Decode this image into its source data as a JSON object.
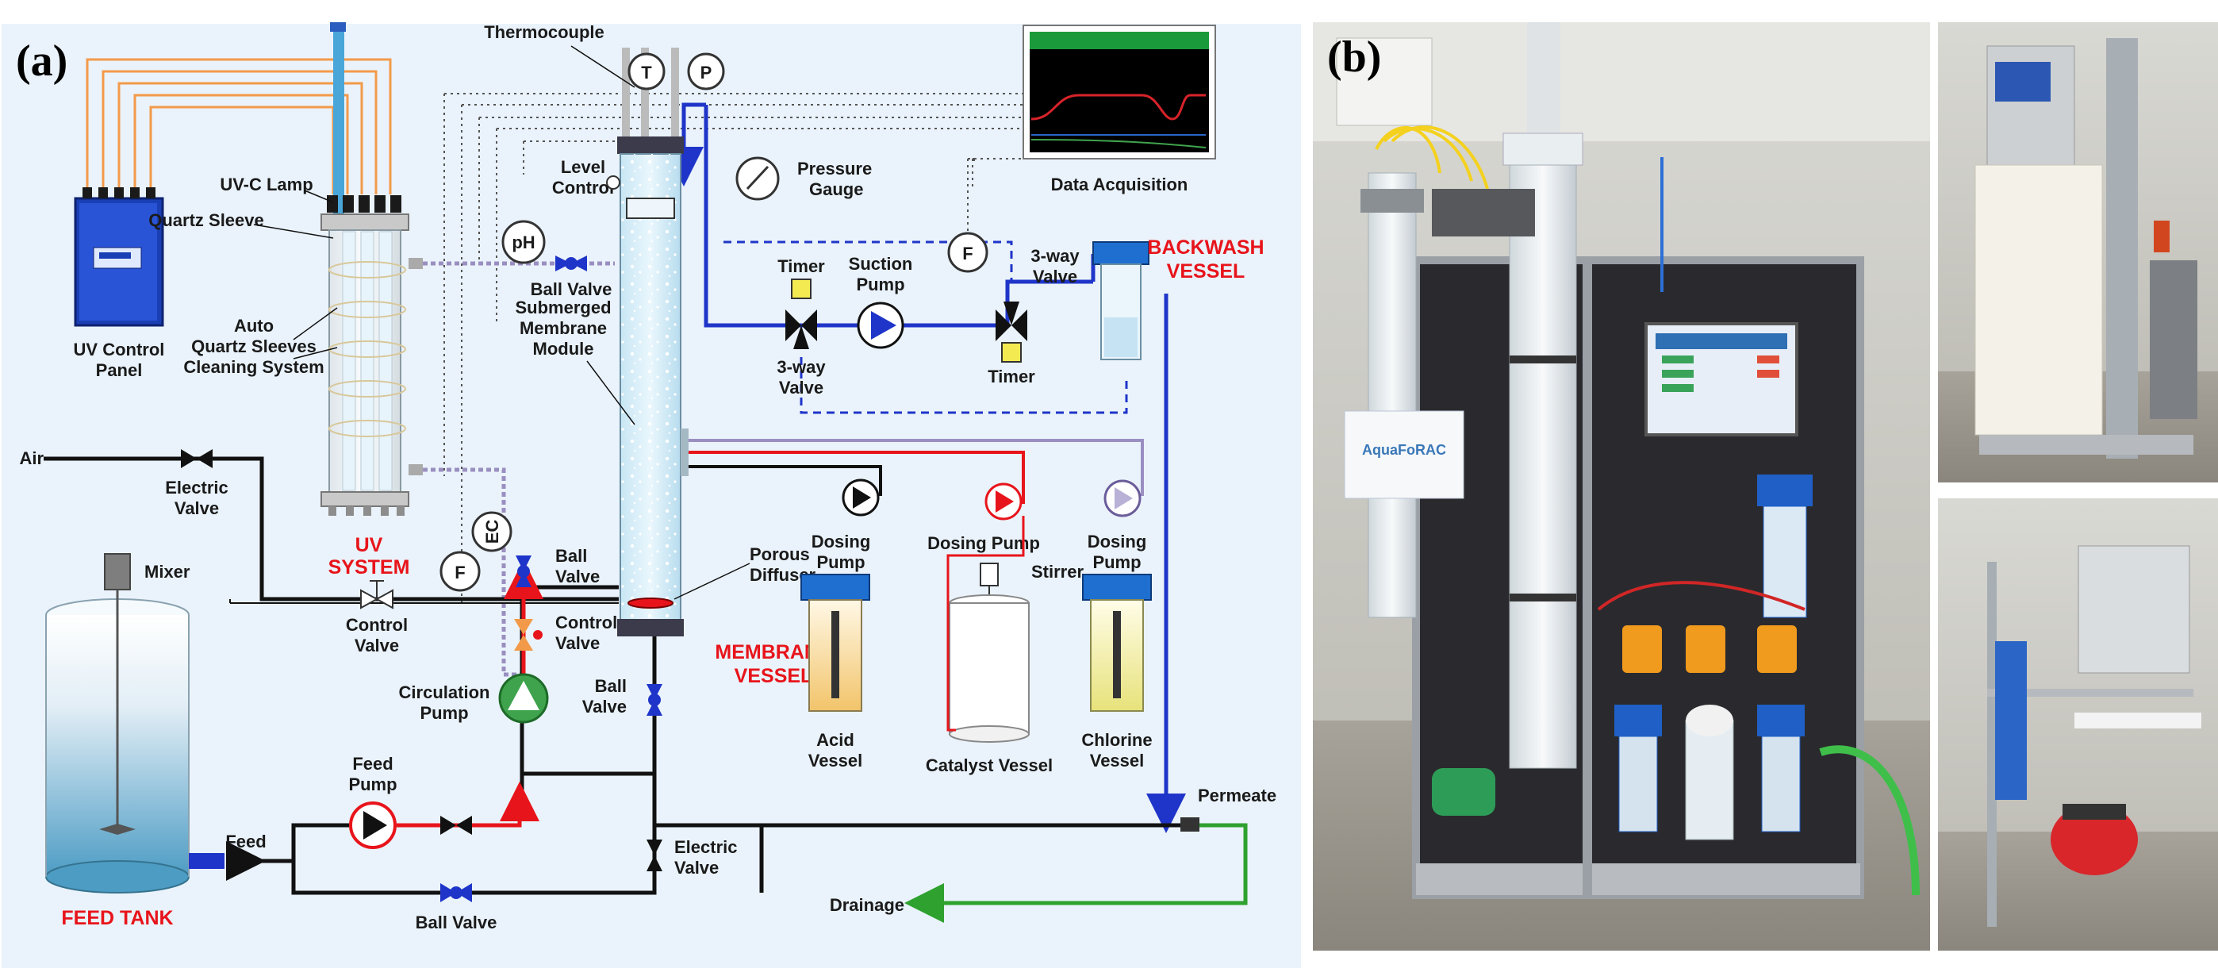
{
  "panel_a": {
    "letter": "(a)",
    "labels": {
      "thermocouple": "Thermocouple",
      "t": "T",
      "p": "P",
      "data_acquisition": "Data Acquisition",
      "uvc_lamp": "UV-C Lamp",
      "quartz_sleeve": "Quartz Sleeve",
      "auto_quartz_1": "Auto",
      "auto_quartz_2": "Quartz Sleeves",
      "auto_quartz_3": "Cleaning System",
      "uv_control_1": "UV Control",
      "uv_control_2": "Panel",
      "level_control_1": "Level",
      "level_control_2": "Control",
      "pressure_gauge_1": "Pressure",
      "pressure_gauge_2": "Gauge",
      "ph": "pH",
      "ball_valve": "Ball Valve",
      "timer": "Timer",
      "suction_pump_1": "Suction",
      "suction_pump_2": "Pump",
      "f": "F",
      "three_way_valve_1": "3-way",
      "three_way_valve_2": "Valve",
      "backwash_1": "BACKWASH",
      "backwash_2": "VESSEL",
      "submerged_1": "Submerged",
      "submerged_2": "Membrane",
      "submerged_3": "Module",
      "air": "Air",
      "electric_valve_1": "Electric",
      "electric_valve_2": "Valve",
      "uv_system_1": "UV",
      "uv_system_2": "SYSTEM",
      "ec": "EC",
      "ball": "Ball",
      "valve": "Valve",
      "dosing_pump_1": "Dosing",
      "dosing_pump_2": "Pump",
      "dosing_pump_inline": "Dosing Pump",
      "porous_diffuser_1": "Porous",
      "porous_diffuser_2": "Diffuser",
      "stirrer": "Stirrer",
      "mixer": "Mixer",
      "control": "Control",
      "control_valve": "Control",
      "membrane_vessel_1": "MEMBRANE",
      "membrane_vessel_2": "VESSEL",
      "circulation_pump_1": "Circulation",
      "circulation_pump_2": "Pump",
      "acid_vessel_1": "Acid",
      "acid_vessel_2": "Vessel",
      "catalyst_vessel": "Catalyst Vessel",
      "chlorine_vessel_1": "Chlorine",
      "chlorine_vessel_2": "Vessel",
      "feed_pump_1": "Feed",
      "feed_pump_2": "Pump",
      "feed": "Feed",
      "permeate": "Permeate",
      "drainage": "Drainage",
      "feed_tank": "FEED TANK"
    },
    "colors": {
      "background": "#eaf3fb",
      "black_line": "#111111",
      "red_line": "#e8141b",
      "blue_line": "#1f35c9",
      "green_line": "#2ea12e",
      "lilac_line": "#9a8fc0",
      "wire_orange": "#f39a4a"
    }
  },
  "panel_b": {
    "letter": "(b)",
    "sign_text": "AquaFoRAC"
  }
}
